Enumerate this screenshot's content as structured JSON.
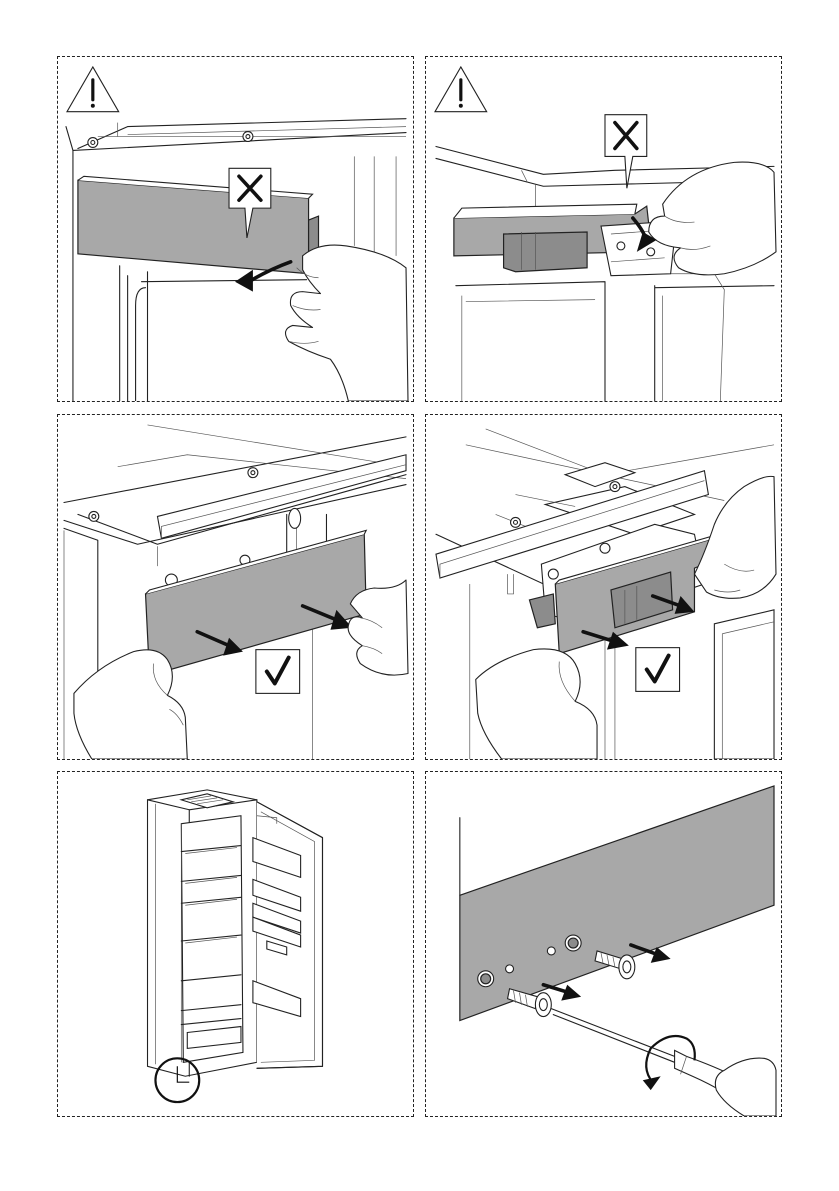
{
  "page": {
    "background": "#ffffff",
    "panel_fill_color": "#a8a8a8",
    "line_color": "#222222"
  },
  "panels": [
    {
      "id": "panel-1",
      "icons": [
        "warning-triangle-icon",
        "cross-mark-icon"
      ],
      "status": "incorrect"
    },
    {
      "id": "panel-2",
      "icons": [
        "warning-triangle-icon",
        "cross-mark-icon"
      ],
      "status": "incorrect"
    },
    {
      "id": "panel-3",
      "icons": [
        "check-mark-icon"
      ],
      "status": "correct"
    },
    {
      "id": "panel-4",
      "icons": [
        "check-mark-icon"
      ],
      "status": "correct"
    },
    {
      "id": "panel-5",
      "icons": [
        "magnifier-circle-icon"
      ]
    },
    {
      "id": "panel-6",
      "icons": [
        "rotate-arrow-icon"
      ]
    }
  ]
}
